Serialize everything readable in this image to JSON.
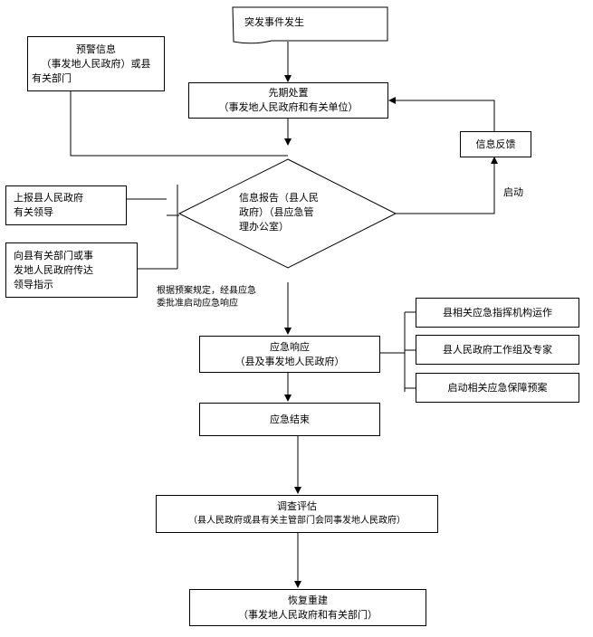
{
  "nodes": {
    "start": {
      "line1": "突发事件发生"
    },
    "warning": {
      "line1": "预警信息",
      "line2": "（事发地人民政府）或县",
      "line3": "有关部门"
    },
    "initial": {
      "line1": "先期处置",
      "line2": "（事发地人民政府和有关单位）"
    },
    "feedback": {
      "line1": "信息反馈"
    },
    "report": {
      "line1": "信息报告（县人民",
      "line2": "政府）（县应急管",
      "line3": "理办公室）"
    },
    "upleft": {
      "line1": "上报县人民政府",
      "line2": "有关领导"
    },
    "downleft": {
      "line1": "向县有关部门或事",
      "line2": "发地人民政府传达",
      "line3": "领导指示"
    },
    "response": {
      "line1": "应急响应",
      "line2": "（县及事发地人民政府）"
    },
    "right1": {
      "line1": "县相关应急指挥机构运作"
    },
    "right2": {
      "line1": "县人民政府工作组及专家"
    },
    "right3": {
      "line1": "启动相关应急保障预案"
    },
    "end": {
      "line1": "应急结束"
    },
    "evaluate": {
      "line1": "调查评估",
      "line2": "（县人民政府或县有关主管部门会同事发地人民政府）"
    },
    "rebuild": {
      "line1": "恢复重建",
      "line2": "（事发地人民政府和有关部门）"
    }
  },
  "labels": {
    "launch": "启动",
    "approve_line1": "根据预案规定，经县应急",
    "approve_line2": "委批准启动应急响应"
  }
}
